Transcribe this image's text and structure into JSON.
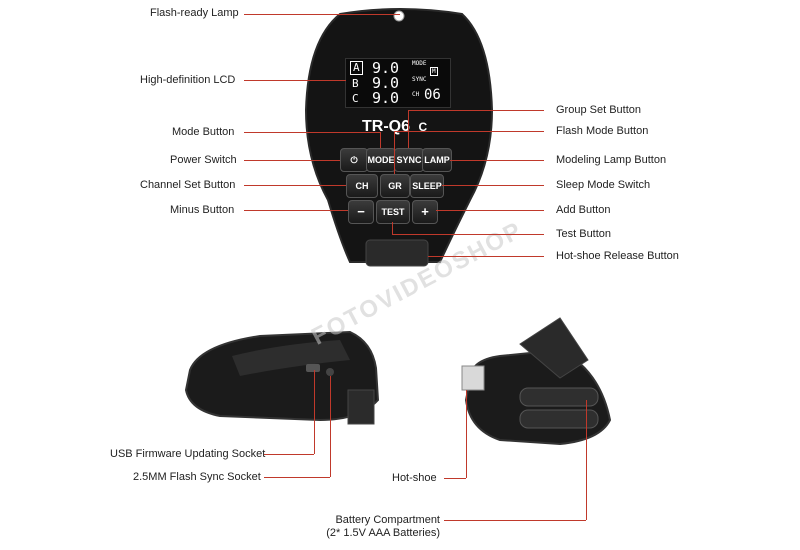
{
  "callouts": {
    "flash_ready_lamp": "Flash-ready Lamp",
    "hd_lcd": "High-definition LCD",
    "mode_button": "Mode Button",
    "power_switch": "Power Switch",
    "channel_set_button": "Channel Set Button",
    "minus_button": "Minus Button",
    "group_set_button": "Group Set Button",
    "flash_mode_button": "Flash Mode Button",
    "modeling_lamp_button": "Modeling Lamp Button",
    "sleep_mode_switch": "Sleep Mode Switch",
    "add_button": "Add Button",
    "test_button": "Test Button",
    "hotshoe_release_button": "Hot-shoe Release Button",
    "usb_socket": "USB Firmware Updating Socket",
    "sync_socket": "2.5MM Flash Sync Socket",
    "hotshoe": "Hot-shoe",
    "battery_line1": "Battery Compartment",
    "battery_line2": "(2* 1.5V AAA Batteries)"
  },
  "device": {
    "model": "TR-Q6",
    "model_suffix": "C",
    "lcd": {
      "groups": [
        {
          "letter": "A",
          "value": "9.0"
        },
        {
          "letter": "B",
          "value": "9.0"
        },
        {
          "letter": "C",
          "value": "9.0"
        }
      ],
      "mode_label": "MODE",
      "mode_icon": "M",
      "sync_label": "SYNC",
      "ch_label": "CH",
      "ch_value": "06"
    },
    "buttons": {
      "power": "⏻",
      "mode": "MODE",
      "sync": "SYNC",
      "lamp": "LAMP",
      "ch": "CH",
      "gr": "GR",
      "sleep": "SLEEP",
      "minus": "−",
      "test": "TEST",
      "plus": "+"
    }
  },
  "watermark": "FOTOVIDEOSHOP"
}
